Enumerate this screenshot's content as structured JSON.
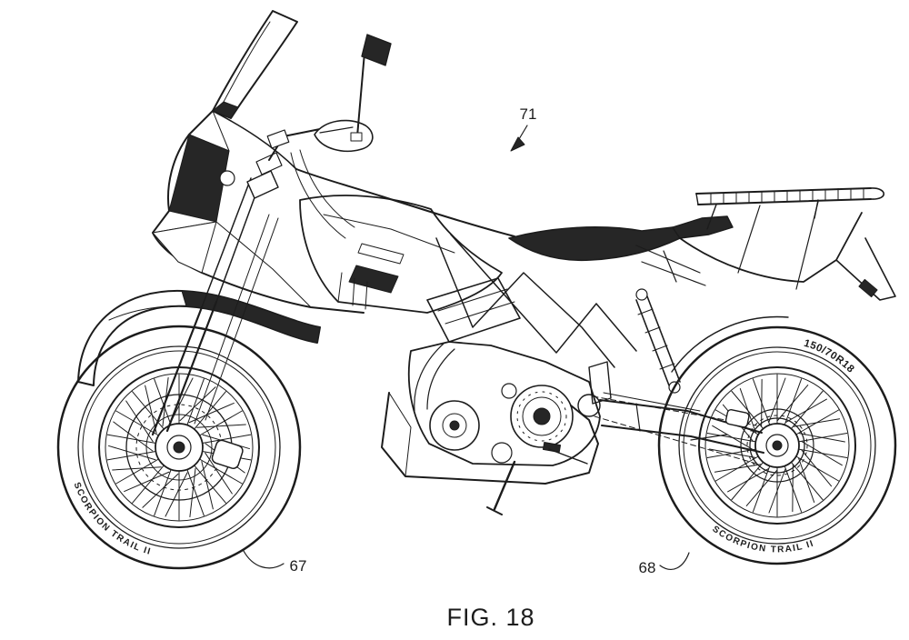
{
  "figure": {
    "caption": "FIG. 18"
  },
  "reference_labels": {
    "assembly": "71",
    "front_wheel": "67",
    "rear_wheel": "68"
  },
  "tire_markings": {
    "rear_size": "150/70R18",
    "front_brand": "SCORPION TRAIL II",
    "rear_brand": "SCORPION TRAIL II"
  },
  "colors": {
    "line": "#1c1c1c",
    "background": "#ffffff",
    "shade": "#262626"
  }
}
